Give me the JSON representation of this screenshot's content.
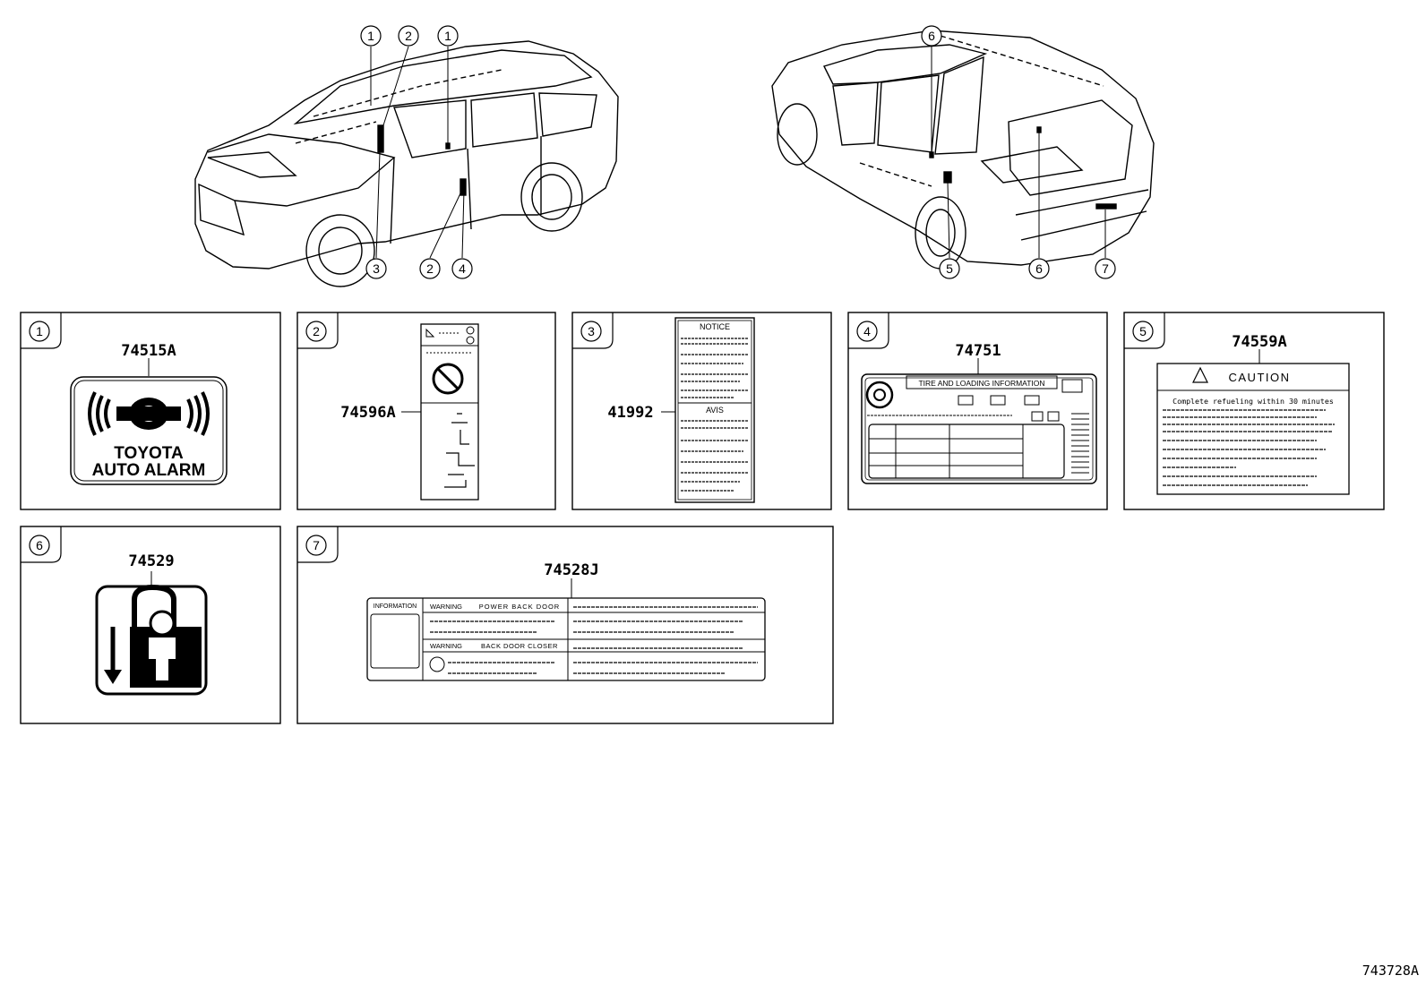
{
  "figure_id": "743728A",
  "callouts_front": [
    "1",
    "2",
    "1",
    "3",
    "2",
    "4"
  ],
  "callouts_rear": [
    "6",
    "5",
    "6",
    "7"
  ],
  "panels": [
    {
      "no": "1",
      "part": "74515A",
      "label_lines": [
        "TOYOTA",
        "AUTO ALARM"
      ]
    },
    {
      "no": "2",
      "part": "74596A"
    },
    {
      "no": "3",
      "part": "41992",
      "label_lines": [
        "NOTICE",
        "AVIS"
      ]
    },
    {
      "no": "4",
      "part": "74751",
      "label_lines": [
        "TIRE AND LOADING INFORMATION"
      ]
    },
    {
      "no": "5",
      "part": "74559A",
      "label_lines": [
        "CAUTION",
        "Complete refueling within 30 minutes"
      ]
    },
    {
      "no": "6",
      "part": "74529"
    },
    {
      "no": "7",
      "part": "74528J",
      "label_lines": [
        "INFORMATION",
        "WARNING",
        "POWER BACK DOOR",
        "WARNING",
        "BACK DOOR CLOSER"
      ]
    }
  ]
}
